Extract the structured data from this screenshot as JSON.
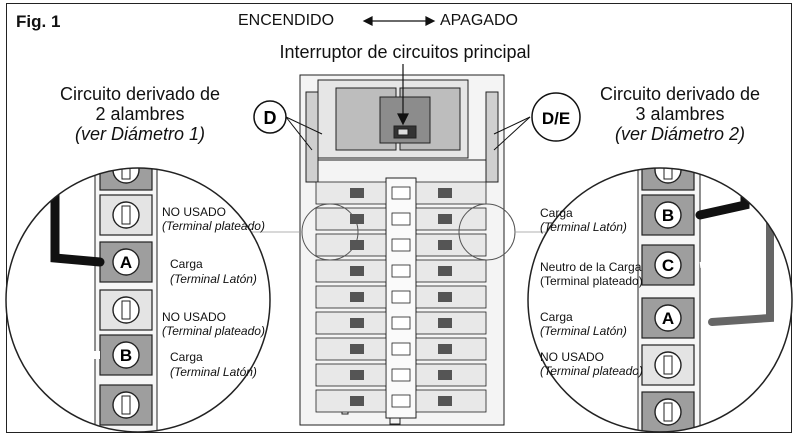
{
  "fig_label": "Fig. 1",
  "top": {
    "on": "ENCENDIDO",
    "off": "APAGADO",
    "main_breaker": "Interruptor de circuitos principal"
  },
  "left_title": {
    "line1": "Circuito derivado de",
    "line2": "2 alambres",
    "line3": "(ver Diámetro 1)"
  },
  "right_title": {
    "line1": "Circuito derivado de",
    "line2": "3 alambres",
    "line3": "(ver Diámetro 2)"
  },
  "callouts": {
    "D": "D",
    "DE": "D/E"
  },
  "terminals": {
    "A": "A",
    "B": "B",
    "C": "C"
  },
  "left_labels": {
    "unused1": "NO USADO",
    "unused1_sub": "(Terminal plateado)",
    "load1": "Carga",
    "load1_sub": "(Terminal Latón)",
    "unused2": "NO USADO",
    "unused2_sub": "(Terminal plateado)",
    "load2": "Carga",
    "load2_sub": "(Terminal Latón)"
  },
  "right_labels": {
    "load1": "Carga",
    "load1_sub": "(Terminal Latón)",
    "neutral": "Neutro de la Carga",
    "neutral_sub": "(Terminal plateado)",
    "load2": "Carga",
    "load2_sub": "(Terminal Latón)",
    "unused": "NO USADO",
    "unused_sub": "(Terminal plateado)"
  }
}
